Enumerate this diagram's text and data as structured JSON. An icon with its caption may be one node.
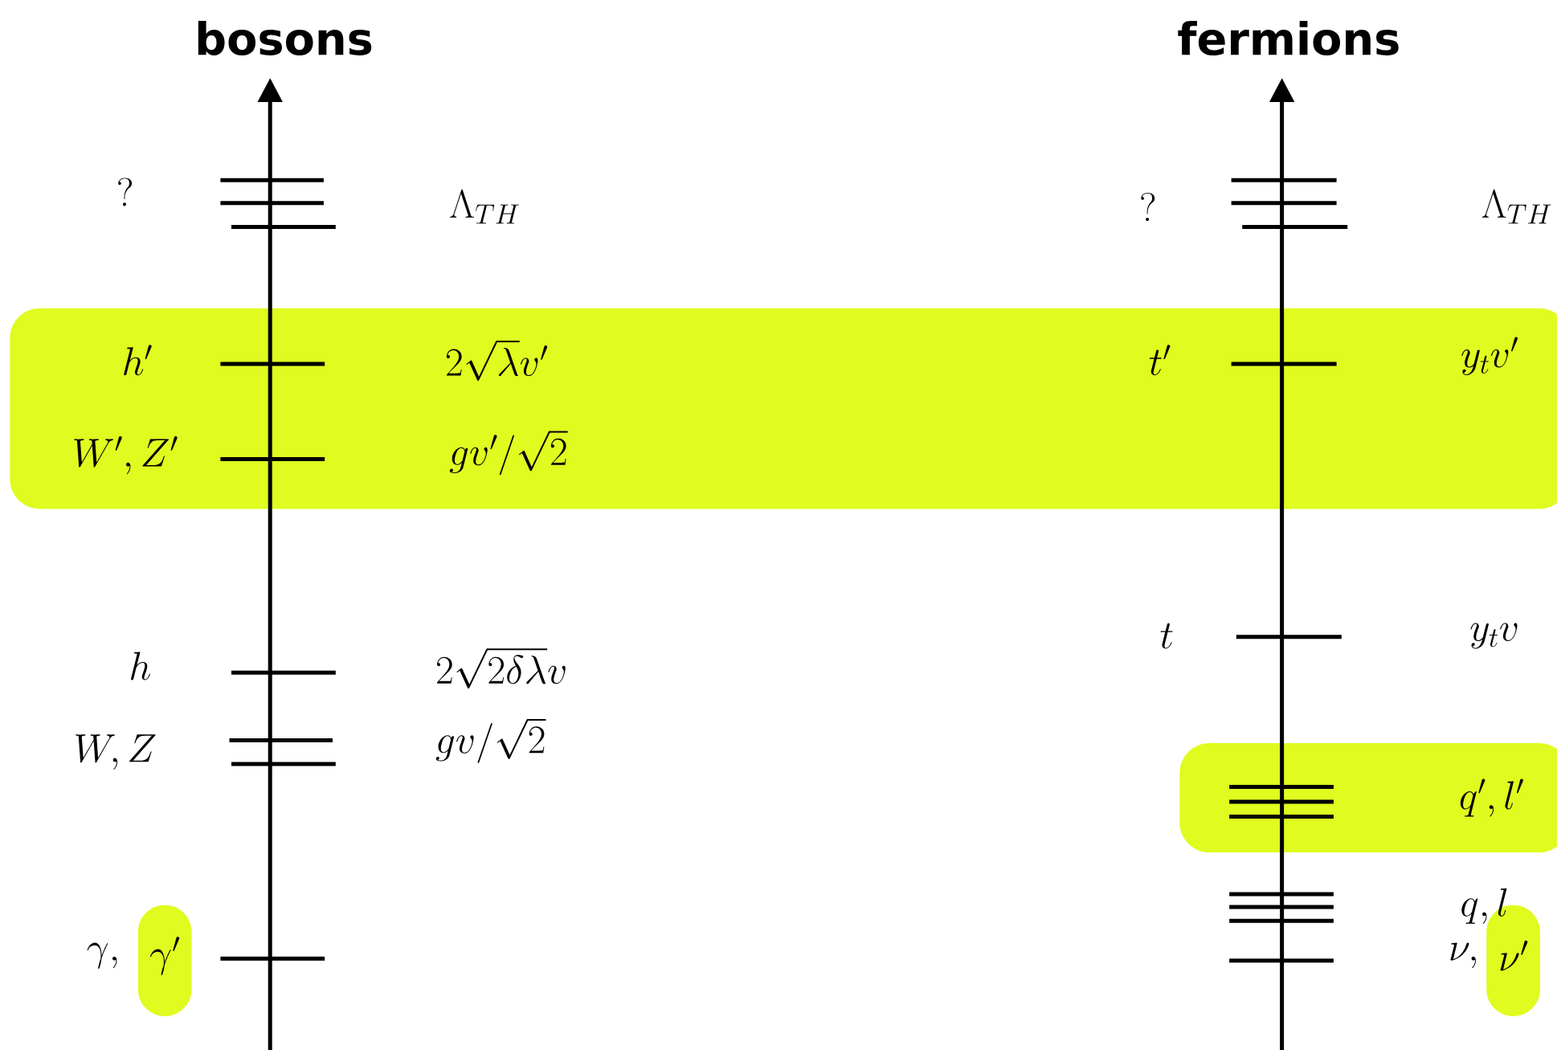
{
  "diagram": {
    "nodes": [
      {
        "text": [
          "h'",
          "2\\sqrt{\\lambda}v'",
          "W',Z'",
          "gv'/\\sqrt{2}",
          "t'",
          "y_tv'"
        ]
      },
      {
        "text": [
          "q',l'"
        ]
      },
      {
        "text": [
          "\\gamma'"
        ]
      },
      {
        "text": [
          "\\nu'"
        ]
      }
    ],
    "labels": [
      "bosons",
      "fermions",
      "?",
      "\\Lambda_{TH}",
      "?",
      "\\Lambda_{TH}",
      "t",
      "y_tv",
      "h",
      "2\\sqrt{2\\delta\\lambda}v",
      "W,Z",
      "gv/\\sqrt{2}",
      "q,l",
      "\\gamma,",
      "\\nu,"
    ]
  }
}
